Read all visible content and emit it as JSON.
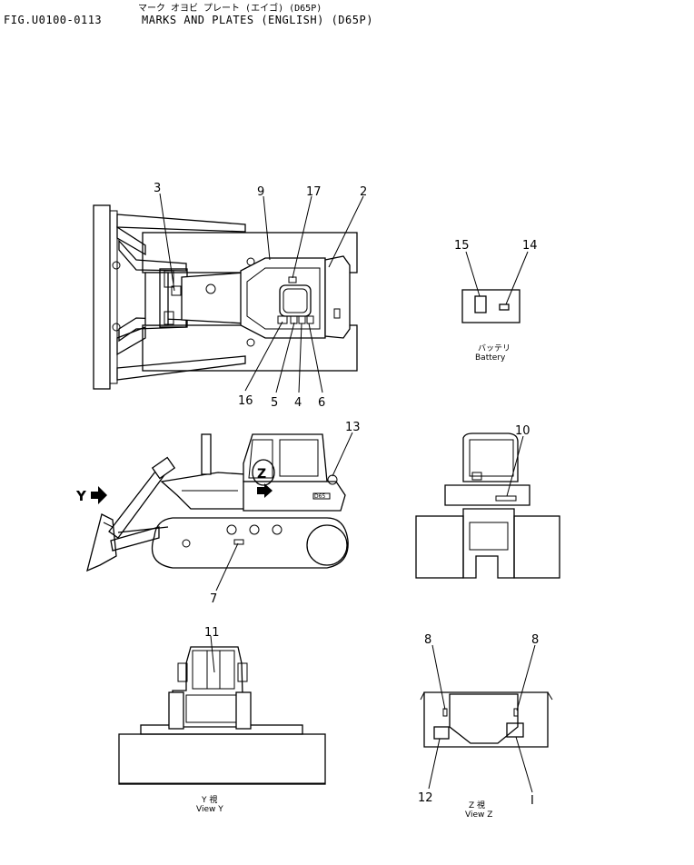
{
  "header": {
    "japanese_title": "マーク オヨビ プレート (エイゴ) (D65P)",
    "figure_number": "FIG.U0100-0113",
    "title": "MARKS AND PLATES (ENGLISH) (D65P)"
  },
  "callouts": [
    "3",
    "9",
    "17",
    "2",
    "16",
    "5",
    "4",
    "6",
    "15",
    "14",
    "13",
    "10",
    "7",
    "11",
    "8",
    "8",
    "12",
    "I"
  ],
  "view_markers": {
    "y": "Y",
    "z": "Z"
  },
  "captions": {
    "battery_jp": "バッテリ",
    "battery": "Battery",
    "view_y_jp": "Y 視",
    "view_y": "View Y",
    "view_z_jp": "Z 視",
    "view_z": "View Z",
    "model_plate": "D65"
  }
}
